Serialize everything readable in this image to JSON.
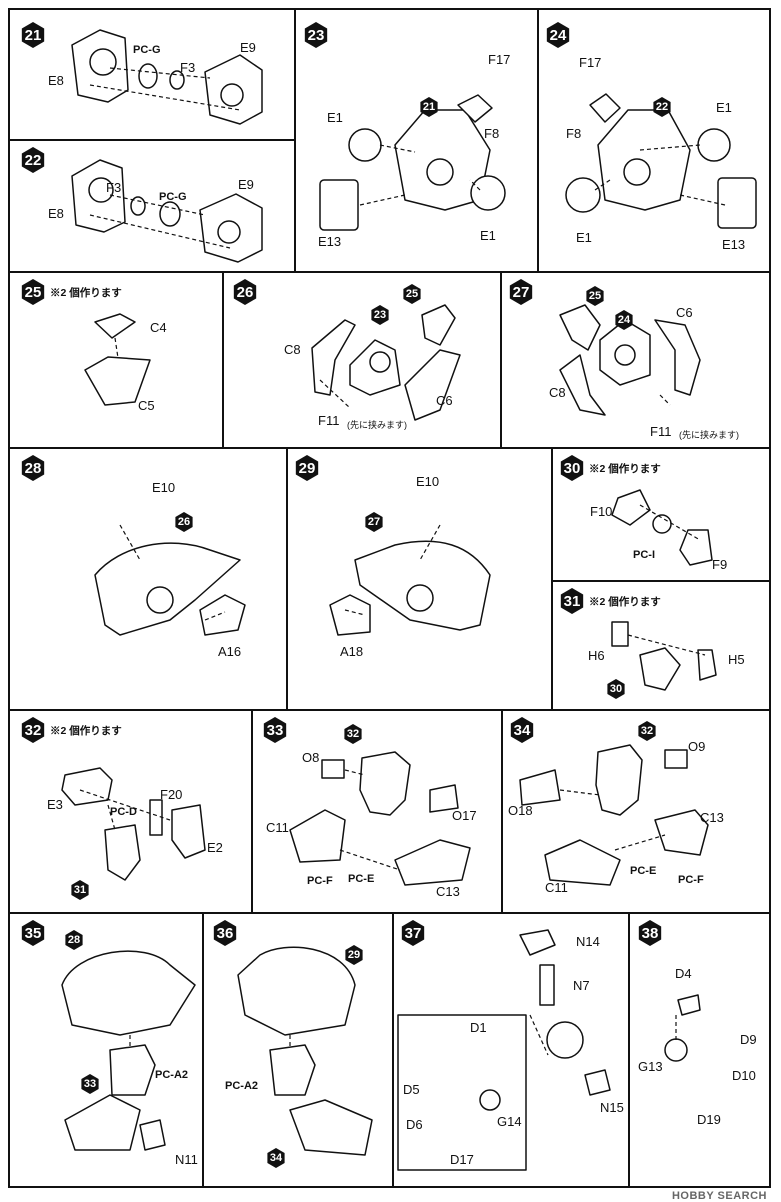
{
  "steps": [
    {
      "num": "21",
      "note": "",
      "labels": [
        "PC-G",
        "F3",
        "E9",
        "E8"
      ]
    },
    {
      "num": "22",
      "note": "",
      "labels": [
        "F3",
        "PC-G",
        "E9",
        "E8"
      ]
    },
    {
      "num": "23",
      "note": "",
      "labels": [
        "F17",
        "F8",
        "E1",
        "E13",
        "E1"
      ],
      "refs": [
        "21"
      ]
    },
    {
      "num": "24",
      "note": "",
      "labels": [
        "F17",
        "F8",
        "E1",
        "E1",
        "E13"
      ],
      "refs": [
        "22"
      ]
    },
    {
      "num": "25",
      "note": "※2 個作ります",
      "labels": [
        "C4",
        "C5"
      ]
    },
    {
      "num": "26",
      "note": "",
      "labels": [
        "C8",
        "C6",
        "F11"
      ],
      "jp": "(先に挟みます)",
      "refs": [
        "23",
        "25"
      ]
    },
    {
      "num": "27",
      "note": "",
      "labels": [
        "C6",
        "C8",
        "F11"
      ],
      "jp": "(先に挟みます)",
      "refs": [
        "25",
        "24"
      ]
    },
    {
      "num": "28",
      "note": "",
      "labels": [
        "E10",
        "A16"
      ],
      "refs": [
        "26"
      ]
    },
    {
      "num": "29",
      "note": "",
      "labels": [
        "E10",
        "A18"
      ],
      "refs": [
        "27"
      ]
    },
    {
      "num": "30",
      "note": "※2 個作ります",
      "labels": [
        "F10",
        "PC-I",
        "F9"
      ]
    },
    {
      "num": "31",
      "note": "※2 個作ります",
      "labels": [
        "H6",
        "H5"
      ],
      "refs": [
        "30"
      ]
    },
    {
      "num": "32",
      "note": "※2 個作ります",
      "labels": [
        "E3",
        "PC-D",
        "F20",
        "E2"
      ],
      "refs": [
        "31"
      ]
    },
    {
      "num": "33",
      "note": "",
      "labels": [
        "O8",
        "O17",
        "C11",
        "PC-F",
        "PC-E",
        "C13"
      ],
      "refs": [
        "32"
      ]
    },
    {
      "num": "34",
      "note": "",
      "labels": [
        "O9",
        "O18",
        "C13",
        "PC-E",
        "PC-F",
        "C11"
      ],
      "refs": [
        "32"
      ]
    },
    {
      "num": "35",
      "note": "",
      "labels": [
        "PC-A2",
        "N11"
      ],
      "refs": [
        "28",
        "33"
      ]
    },
    {
      "num": "36",
      "note": "",
      "labels": [
        "PC-A2"
      ],
      "refs": [
        "29",
        "34"
      ]
    },
    {
      "num": "37",
      "note": "",
      "labels": [
        "N14",
        "N7",
        "D1",
        "D5",
        "D6",
        "G14",
        "D17",
        "N15"
      ]
    },
    {
      "num": "38",
      "note": "",
      "labels": [
        "D4",
        "D9",
        "G13",
        "D10",
        "D19"
      ]
    }
  ],
  "watermark": "HOBBY SEARCH"
}
